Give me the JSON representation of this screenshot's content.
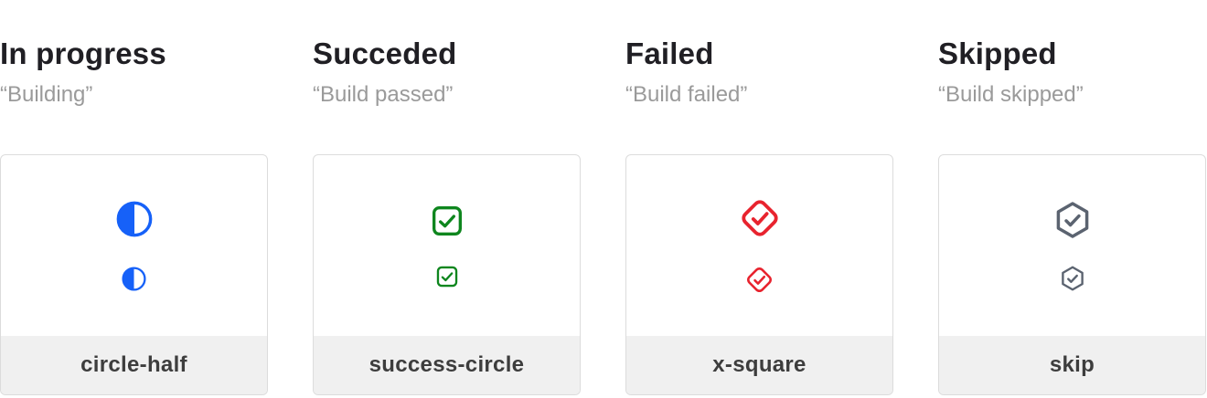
{
  "columns": [
    {
      "title": "In progress",
      "subtitle": "“Building”",
      "icon": "circle-half-icon",
      "label": "circle-half",
      "color": "#1661f8"
    },
    {
      "title": "Succeded",
      "subtitle": "“Build passed”",
      "icon": "check-square-icon",
      "label": "success-circle",
      "color": "#0e861e"
    },
    {
      "title": "Failed",
      "subtitle": "“Build failed”",
      "icon": "check-diamond-icon",
      "label": "x-square",
      "color": "#e8232e"
    },
    {
      "title": "Skipped",
      "subtitle": "“Build skipped”",
      "icon": "check-hexagon-icon",
      "label": "skip",
      "color": "#5b6370"
    }
  ],
  "colors": {
    "heading_text": "#201f24",
    "subtitle_text": "#9a9a9a",
    "card_border": "#dcdcdc",
    "footer_background": "#f0f0f0",
    "footer_text": "#3d3d3d",
    "page_background": "#ffffff"
  }
}
